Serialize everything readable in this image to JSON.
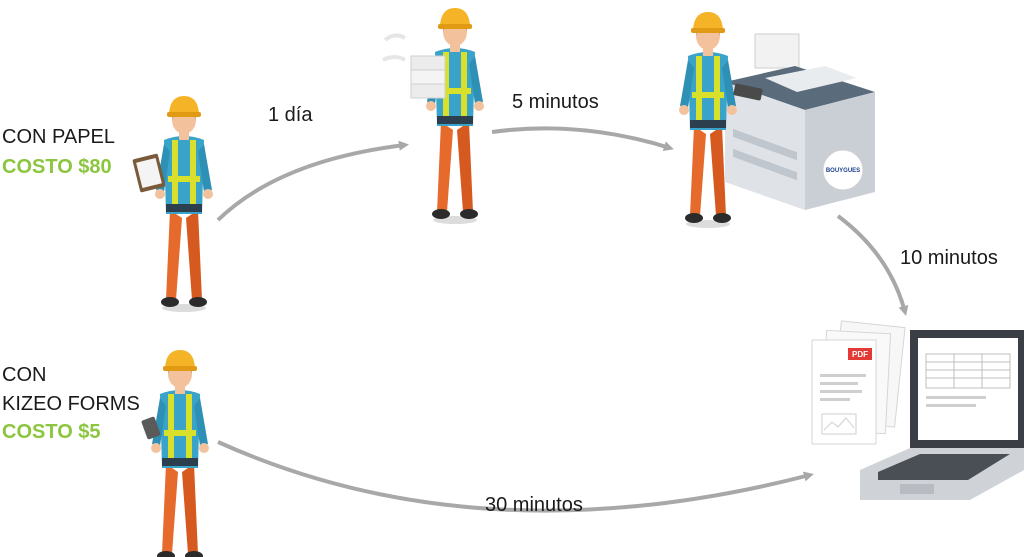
{
  "paper": {
    "line1": "CON PAPEL",
    "cost": "COSTO $80"
  },
  "kizeo": {
    "line1": "CON",
    "line2": "KIZEO FORMS",
    "cost": "COSTO $5"
  },
  "steps": {
    "day": "1 día",
    "five": "5 minutos",
    "ten": "10 minutos",
    "thirty": "30 minutos"
  },
  "copier_brand": "BOUYGUES",
  "doc_badge": "PDF",
  "colors": {
    "accent_green": "#8cc63f",
    "arrow_gray": "#a8a8a8",
    "helmet": "#f5b428",
    "shirt": "#3aa3c9",
    "pants": "#e66a2c",
    "vest_band": "#d9e02c",
    "pdf_red": "#e53935"
  },
  "icons": [
    "worker-clipboard-icon",
    "worker-carrying-paper-icon",
    "worker-at-copier-icon",
    "copier-icon",
    "pdf-documents-icon",
    "laptop-icon",
    "worker-tablet-icon"
  ]
}
